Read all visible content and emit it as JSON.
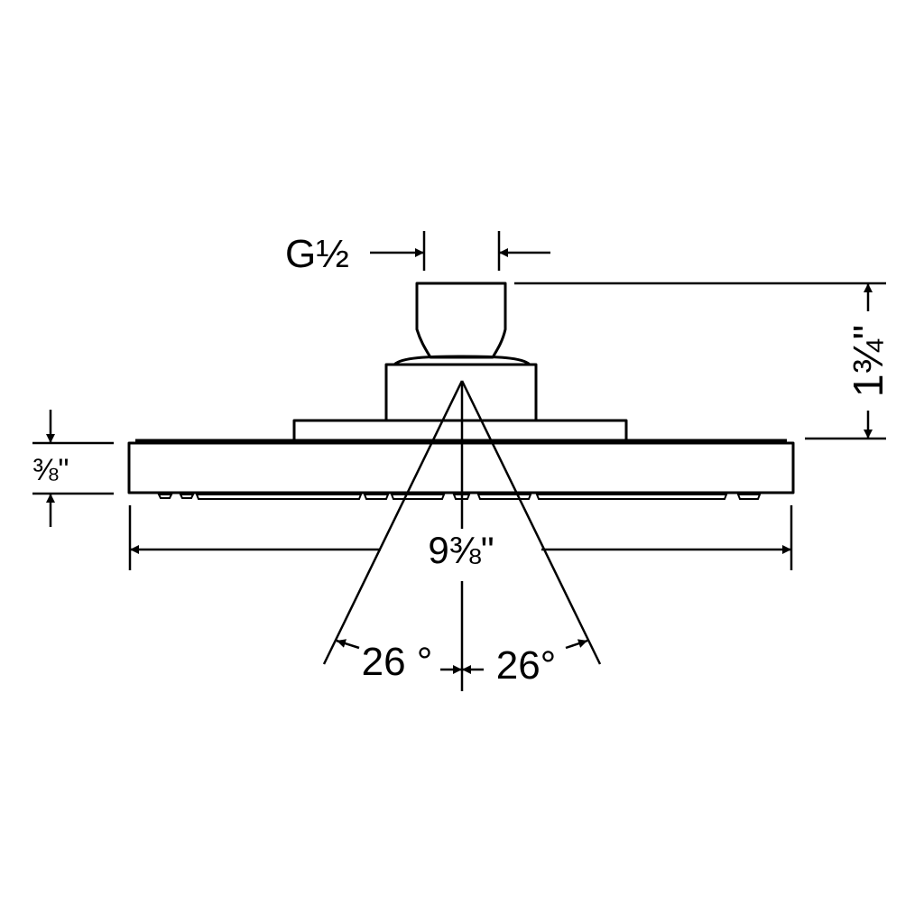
{
  "colors": {
    "line": "#000000",
    "background": "#ffffff"
  },
  "labels": {
    "thread": "G½",
    "height_total": "1¾\"",
    "plate_thickness": "⅜\"",
    "diameter": "9⅜\"",
    "angle_left": "26 °",
    "angle_right": "26°"
  }
}
